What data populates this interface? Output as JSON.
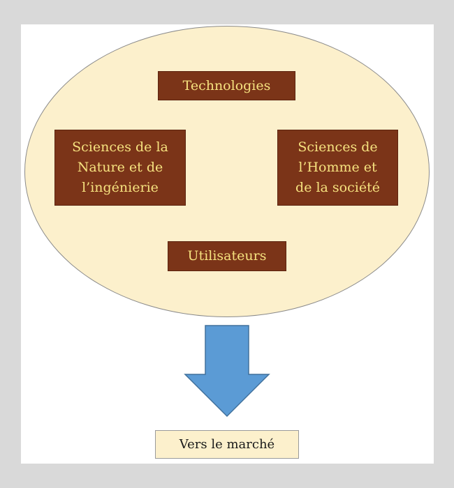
{
  "diagram": {
    "nodes": {
      "technologies": "Technologies",
      "sciences_nature": "Sciences de la\nNature et de\nl’ingénierie",
      "sciences_homme": "Sciences de\nl’Homme et\nde la société",
      "utilisateurs": "Utilisateurs"
    },
    "arrow_target": "Vers le marché"
  },
  "colors": {
    "frame": "#d9d9d9",
    "ellipse_fill": "#fcf0cc",
    "box_fill": "#7b3418",
    "box_text": "#f6e27f",
    "arrow_fill": "#5b9bd5"
  }
}
